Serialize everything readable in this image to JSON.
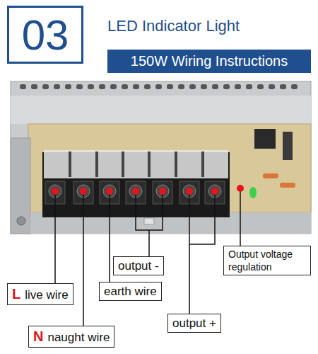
{
  "diagram": {
    "title": "LED Indicator Light",
    "nodes": [
      {
        "text": [
          "03"
        ]
      },
      {
        "text": [
          "150W Wiring Instructions"
        ]
      },
      {
        "text": [
          "output -"
        ]
      },
      {
        "text": [
          "Output voltage regulation"
        ]
      },
      {
        "text": [
          "L",
          "live wire"
        ]
      },
      {
        "text": [
          "earth wire"
        ]
      },
      {
        "text": [
          "output +"
        ]
      },
      {
        "text": [
          "N",
          "naught wire"
        ]
      }
    ]
  }
}
